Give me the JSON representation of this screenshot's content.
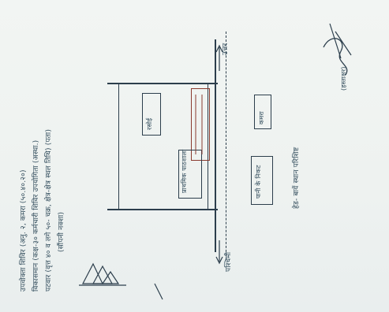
{
  "header_notes": {
    "line1": "उपवोक्ता शिविर (अनु. २, कमरा (५०.४०.२०)",
    "line2": "विकासमान (कक्ष-३० कर्मचारी शिविर उपयोगिता (अस्था.)",
    "line3": "पटवार (वृत्त ४० व लगे ५०- चक्र, क्षेत्र-क्षेत्र स्थल तिथि) (पता)",
    "title": "(सौंपनी नक्शा)"
  },
  "labels": {
    "top_right": "उत्तर",
    "left_arrow": "पश्चिमी",
    "box_top": "रसोई",
    "box_right_top": "कमरा",
    "box_left_bottom": "प्राथमिक पाठशाला",
    "box_right_bottom": "पानी के निकट",
    "bottom_text": "हेड- बायें स्थान परिशिष्ट",
    "signature_text": "(हस्ताक्षर)"
  },
  "colors": {
    "ink": "#2c3e4c",
    "paper": "#eef2f0",
    "accent": "#8a3b2f"
  }
}
